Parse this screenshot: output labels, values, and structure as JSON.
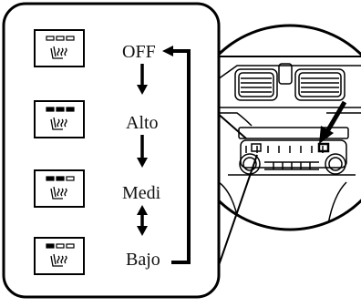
{
  "states": [
    {
      "label": "OFF",
      "indicators": [
        0,
        0,
        0
      ]
    },
    {
      "label": "Alto",
      "indicators": [
        1,
        1,
        1
      ]
    },
    {
      "label": "Medi",
      "indicators": [
        1,
        1,
        0
      ]
    },
    {
      "label": "Bajo",
      "indicators": [
        1,
        0,
        0
      ]
    }
  ],
  "callout": {
    "highlighted_button": "seat-heater-switch"
  }
}
